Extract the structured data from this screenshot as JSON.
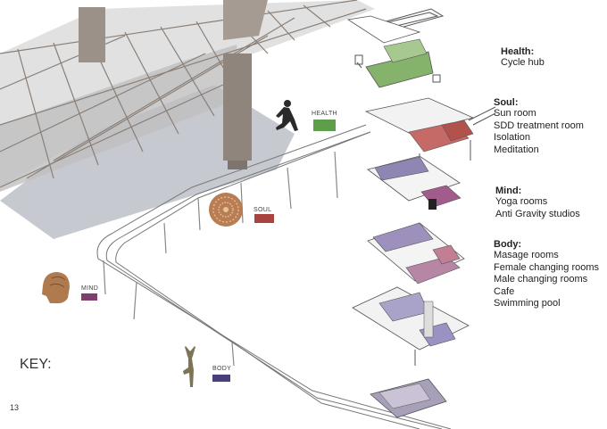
{
  "page_number": "13",
  "key_label": "KEY:",
  "colors": {
    "health": "#5e9e4a",
    "soul": "#a8443f",
    "mind": "#7f3f6d",
    "body": "#4a3f7a"
  },
  "legend": [
    {
      "label": "HEALTH",
      "icon": "runner-icon"
    },
    {
      "label": "SOUL",
      "icon": "mandala-icon"
    },
    {
      "label": "MIND",
      "icon": "head-icon"
    },
    {
      "label": "BODY",
      "icon": "yoga-pose-icon"
    }
  ],
  "sections": [
    {
      "heading": "Health:",
      "items": [
        "Cycle hub"
      ]
    },
    {
      "heading": "Soul:",
      "items": [
        "Sun room",
        "SDD treatment room",
        "Isolation",
        "Meditation"
      ]
    },
    {
      "heading": "Mind:",
      "items": [
        "Yoga rooms",
        "Anti Gravity studios"
      ]
    },
    {
      "heading": "Body:",
      "items": [
        "Masage rooms",
        "Female changing rooms",
        "Male changing rooms",
        "Cafe",
        "Swimming pool"
      ]
    }
  ]
}
